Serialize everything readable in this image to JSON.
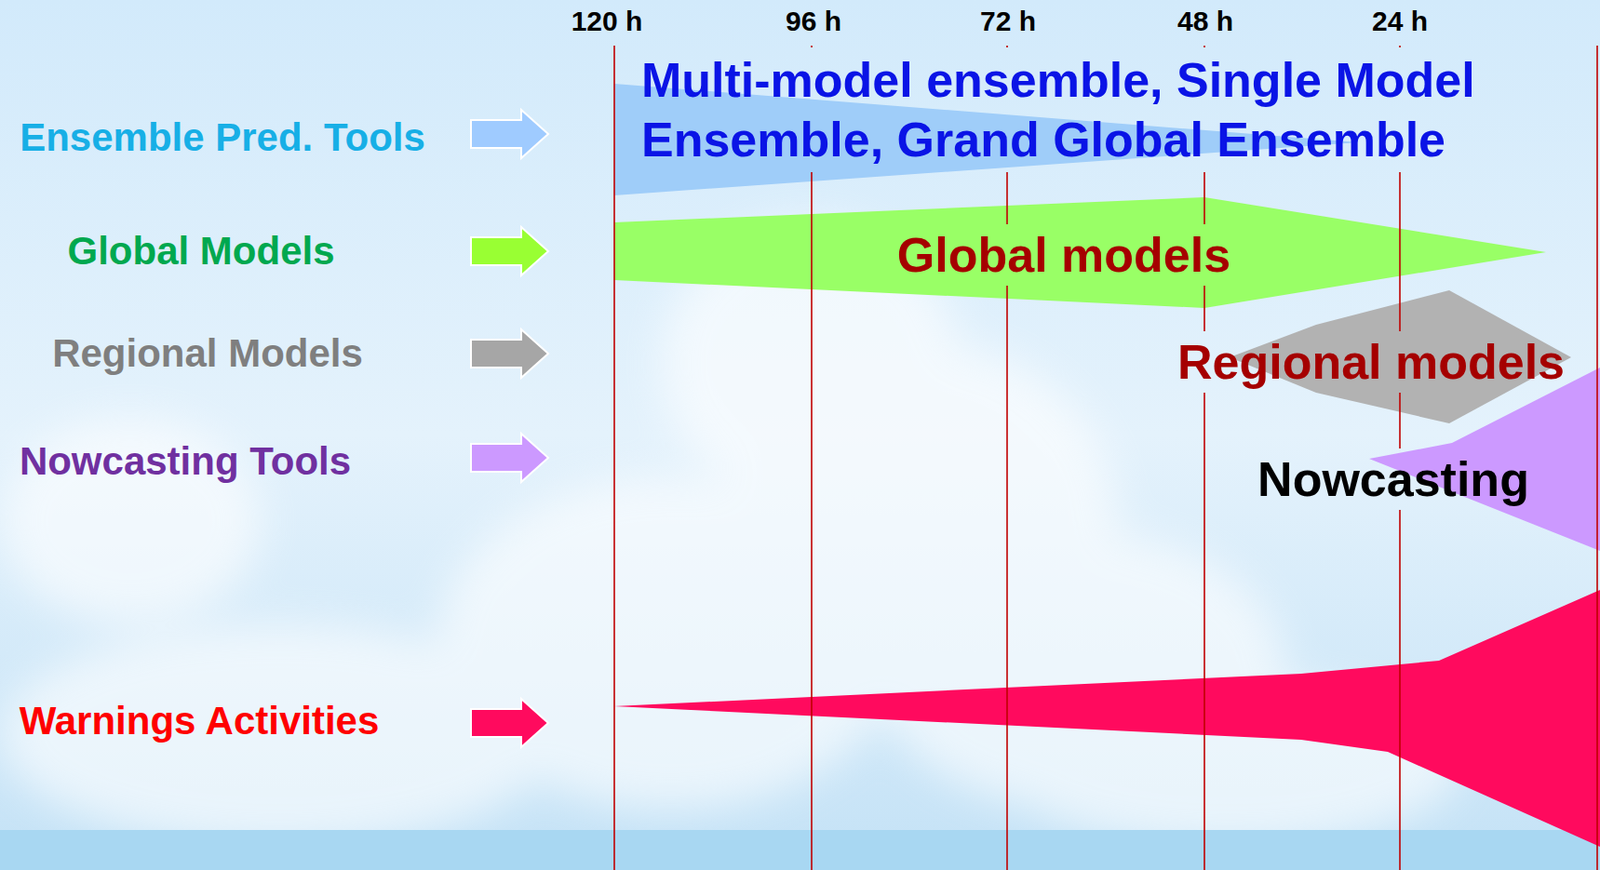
{
  "diagram": {
    "nodes": [
      {
        "text": [
          "Multi-model ensemble, Single Model Ensemble, Grand Global Ensemble"
        ]
      },
      {
        "text": [
          "Global models"
        ]
      },
      {
        "text": [
          "Regional models"
        ]
      },
      {
        "text": [
          "Nowcasting"
        ]
      }
    ],
    "labels": [
      "120 h",
      "96 h",
      "72 h",
      "48 h",
      "24 h",
      "Ensemble Pred. Tools",
      "Global Models",
      "Regional Models",
      "Nowcasting Tools",
      "Warnings Activities"
    ]
  }
}
